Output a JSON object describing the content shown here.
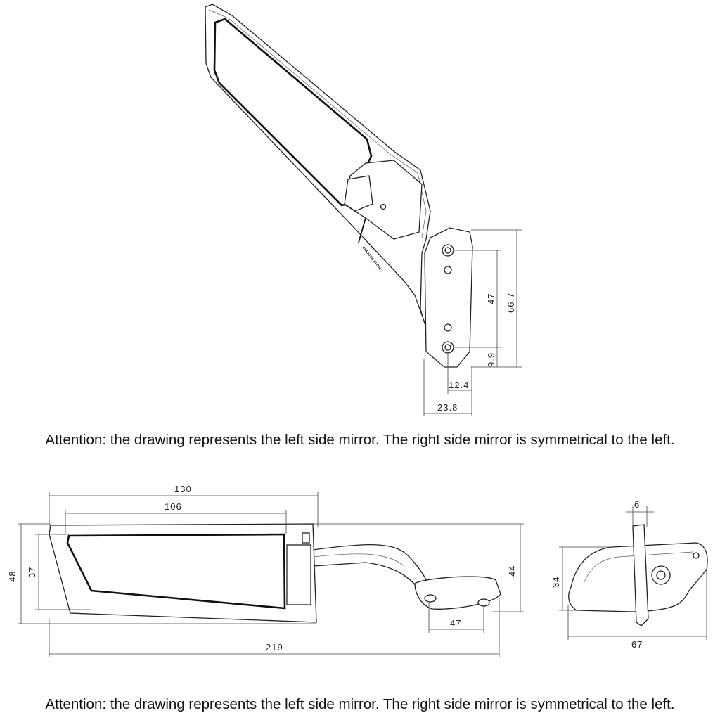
{
  "notes": {
    "top": "Attention: the drawing represents the left side mirror. The right side mirror is symmetrical to the left.",
    "bottom": "Attention: the drawing represents the left side mirror. The right side mirror is symmetrical to the left."
  },
  "top_view": {
    "engraving": "CREATED IN ITALY",
    "dimensions": {
      "hole_spacing": "47",
      "plate_height": "66.7",
      "hole_offset_v": "9.9",
      "hole_offset_h": "12.4",
      "plate_width": "23.8"
    }
  },
  "side_view": {
    "dimensions": {
      "overall_head": "130",
      "glass_length": "106",
      "head_height": "48",
      "glass_height": "37",
      "mount_height": "44",
      "overall_length": "219",
      "hole_spacing": "47"
    }
  },
  "end_view": {
    "dimensions": {
      "thickness": "6",
      "height": "34",
      "depth": "67"
    }
  }
}
